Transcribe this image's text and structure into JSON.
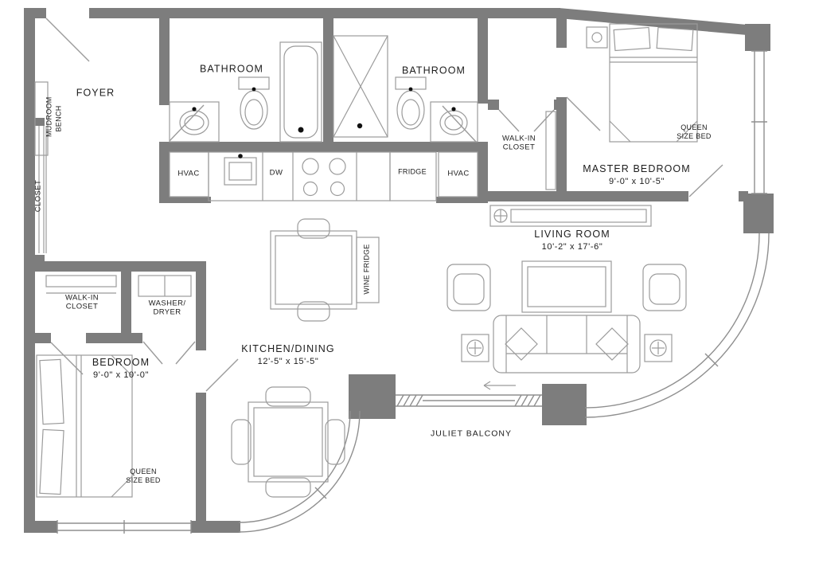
{
  "plan": {
    "rooms": {
      "foyer": {
        "label": "FOYER"
      },
      "closet": {
        "label": "CLOSET"
      },
      "mudroom": {
        "label": "MUDROOM BENCH"
      },
      "bathroom_left": {
        "label": "BATHROOM"
      },
      "bathroom_right": {
        "label": "BATHROOM"
      },
      "walk_in_closet_top": {
        "label": "WALK-IN CLOSET"
      },
      "master_bedroom": {
        "label": "MASTER BEDROOM",
        "dimensions": "9'-0\" x 10'-5\""
      },
      "living_room": {
        "label": "LIVING ROOM",
        "dimensions": "10'-2\" x 17'-6\""
      },
      "kitchen_dining": {
        "label": "KITCHEN/DINING",
        "dimensions": "12'-5\" x 15'-5\""
      },
      "walk_in_closet_left": {
        "label": "WALK-IN CLOSET"
      },
      "bedroom": {
        "label": "BEDROOM",
        "dimensions": "9'-0\" x 10'-0\""
      },
      "juliet_balcony": {
        "label": "JULIET BALCONY"
      }
    },
    "fixtures": {
      "hvac_left": {
        "label": "HVAC"
      },
      "hvac_right": {
        "label": "HVAC"
      },
      "dishwasher": {
        "label": "DW"
      },
      "fridge": {
        "label": "FRIDGE"
      },
      "wine_fridge": {
        "label": "WINE FRIDGE"
      },
      "washer_dryer": {
        "line1": "WASHER/",
        "line2": "DRYER"
      },
      "master_bed": {
        "label": "QUEEN SIZE BED"
      },
      "bedroom_bed": {
        "label": "QUEEN SIZE BED"
      }
    },
    "colors": {
      "wall": "#7d7d7d",
      "furniture_line": "#9b9b9b",
      "accent": "#111111",
      "text": "#1c1c1c"
    }
  }
}
